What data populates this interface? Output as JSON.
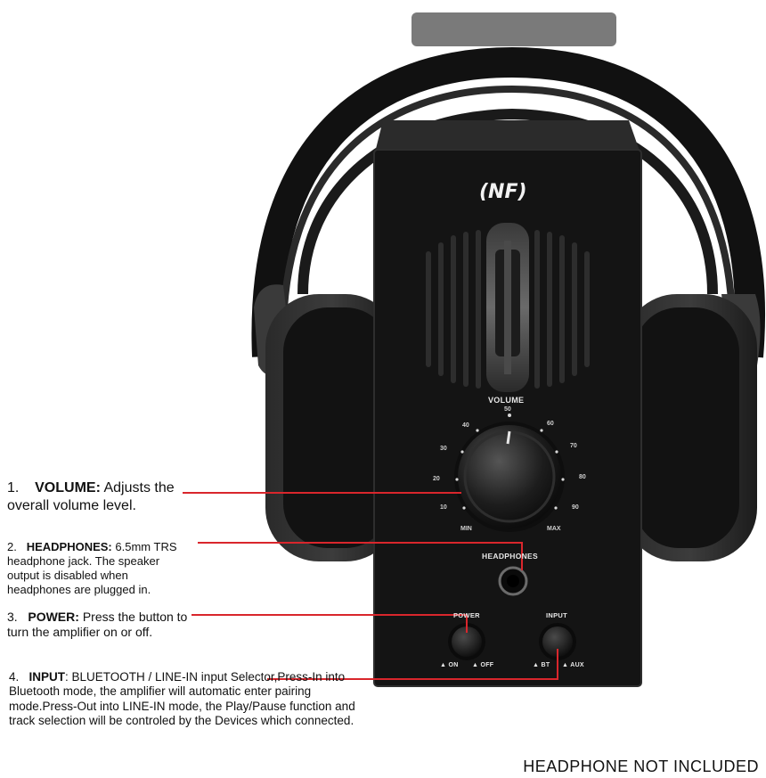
{
  "product": {
    "brand_logo": "(NF)",
    "front_panel": {
      "volume_title": "VOLUME",
      "volume_scale": [
        "MIN",
        "10",
        "20",
        "30",
        "40",
        "50",
        "60",
        "70",
        "80",
        "90",
        "MAX"
      ],
      "headphones_label": "HEADPHONES",
      "power_label": "POWER",
      "power_on": "ON",
      "power_off": "OFF",
      "input_label": "INPUT",
      "input_bt": "BT",
      "input_aux": "AUX"
    }
  },
  "callouts": [
    {
      "number": "1.",
      "title": "VOLUME:",
      "text": "Adjusts the overall volume level."
    },
    {
      "number": "2.",
      "title": "HEADPHONES:",
      "text": "6.5mm TRS headphone jack. The speaker output is disabled when headphones are plugged in."
    },
    {
      "number": "3.",
      "title": "POWER:",
      "text": "Press the button to turn the amplifier on or off."
    },
    {
      "number": "4.",
      "title": "INPUT",
      "text": ": BLUETOOTH / LINE-IN input Selector,Press-In into Bluetooth mode, the amplifier will automatic enter pairing mode.Press-Out into LINE-IN mode, the Play/Pause function and track selection will be controled by the Devices which connected."
    }
  ],
  "footer_note": "HEADPHONE NOT INCLUDED",
  "colors": {
    "callout_line": "#d9262c",
    "amplifier_body": "#141414",
    "background": "#ffffff"
  }
}
